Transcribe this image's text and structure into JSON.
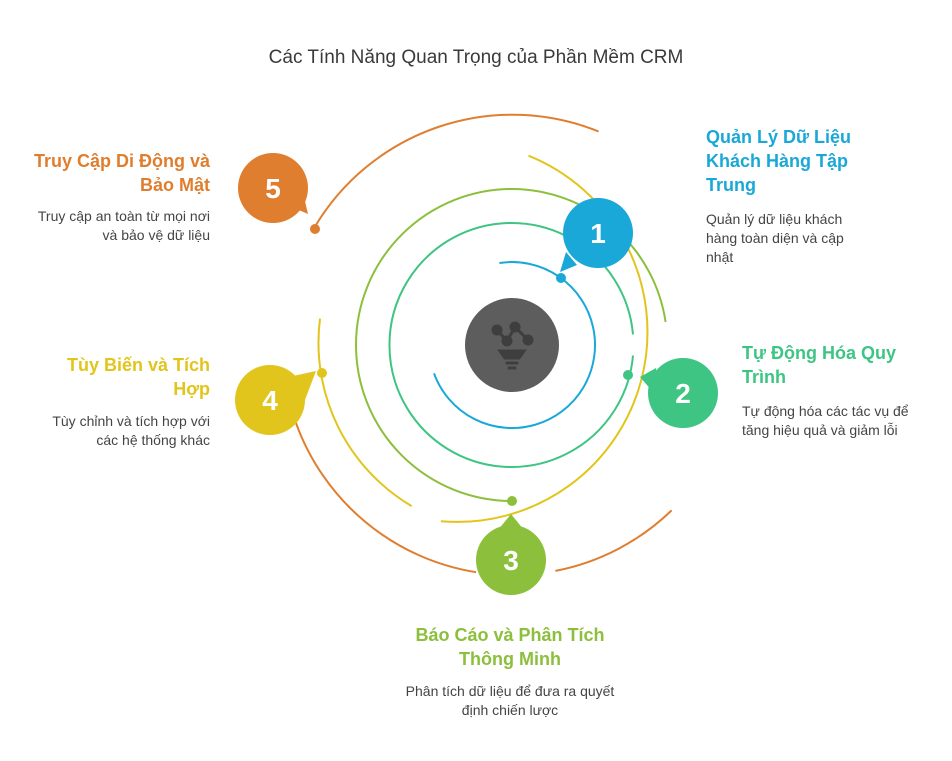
{
  "title": "Các Tính Năng Quan Trọng của Phần Mềm CRM",
  "center_icon": "lightbulb-network-icon",
  "features": [
    {
      "number": "1",
      "title": "Quản Lý Dữ Liệu Khách Hàng Tập Trung",
      "description": "Quản lý dữ liệu khách hàng toàn diện và cập nhật",
      "color": "#1aa8d9"
    },
    {
      "number": "2",
      "title": "Tự Động Hóa Quy Trình",
      "description": "Tự động hóa các tác vụ để tăng hiệu quả và giảm lỗi",
      "color": "#3ec483"
    },
    {
      "number": "3",
      "title": "Báo Cáo và Phân Tích Thông Minh",
      "description": "Phân tích dữ liệu để đưa ra quyết định chiến lược",
      "color": "#8cbf3c"
    },
    {
      "number": "4",
      "title": "Tùy Biến và Tích Hợp",
      "description": "Tùy chỉnh và tích hợp với các hệ thống khác",
      "color": "#e2c51c"
    },
    {
      "number": "5",
      "title": "Truy Cập Di Động và Bảo Mật",
      "description": "Truy cập an toàn từ mọi nơi và bảo vệ dữ liệu",
      "color": "#e07e2f"
    }
  ]
}
